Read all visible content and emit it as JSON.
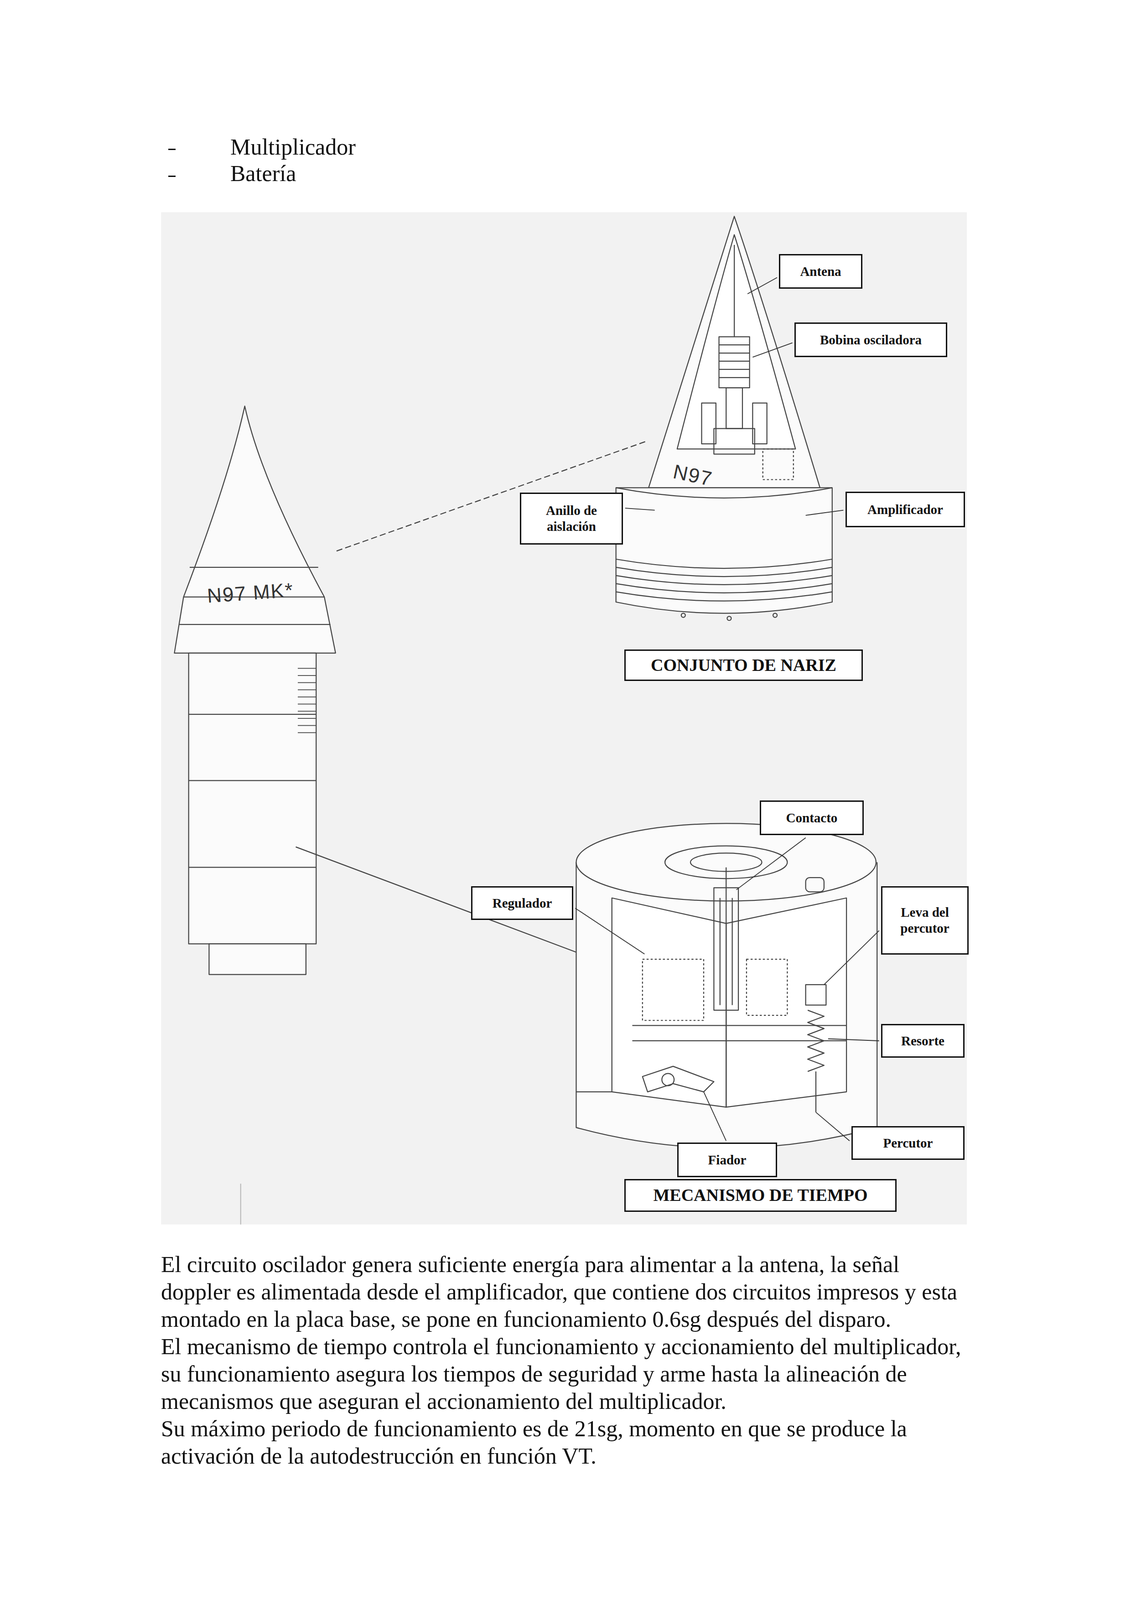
{
  "diagram": {
    "nodes": [
      {
        "text": [
          "Antena"
        ]
      },
      {
        "text": [
          "Bobina osciladora"
        ]
      },
      {
        "text": [
          "Anillo de aislación"
        ]
      },
      {
        "text": [
          "Amplificador"
        ]
      },
      {
        "text": [
          "CONJUNTO DE NARIZ"
        ]
      },
      {
        "text": [
          "Contacto"
        ]
      },
      {
        "text": [
          "Regulador"
        ]
      },
      {
        "text": [
          "Leva del percutor"
        ]
      },
      {
        "text": [
          "Resorte"
        ]
      },
      {
        "text": [
          "Percutor"
        ]
      },
      {
        "text": [
          "Fiador"
        ]
      },
      {
        "text": [
          "MECANISMO DE TIEMPO"
        ]
      }
    ],
    "edges": [],
    "labels": [
      "Multiplicador",
      "Batería",
      "N97 MK*",
      "N97",
      "El circuito oscilador genera suficiente energía para alimentar a la antena, la señal doppler es alimentada desde el amplificador, que contiene dos circuitos impresos y esta montado en la placa base, se pone en funcionamiento 0.6sg después del disparo.",
      "El mecanismo de tiempo controla el funcionamiento y accionamiento del multiplicador, su funcionamiento asegura los tiempos de seguridad y arme hasta la alineación de mecanismos que aseguran el accionamiento del multiplicador.",
      "Su máximo periodo de funcionamiento es de 21sg, momento en que se produce la activación de la autodestrucción en función VT."
    ]
  }
}
